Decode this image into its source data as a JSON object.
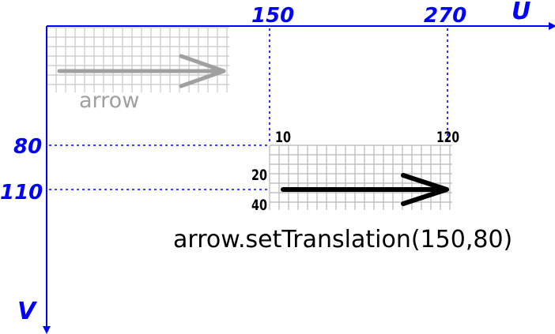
{
  "axes": {
    "u_label": "U",
    "v_label": "V",
    "u_ticks": [
      "150",
      "270"
    ],
    "v_ticks": [
      "80",
      "110"
    ],
    "color": "#0000ff"
  },
  "original": {
    "label": "arrow",
    "color": "#a0a0a0"
  },
  "translated": {
    "x_ticks": [
      "10",
      "120"
    ],
    "y_ticks": [
      "20",
      "40"
    ],
    "color": "#000000"
  },
  "caption": "arrow.setTranslation(150,80)"
}
